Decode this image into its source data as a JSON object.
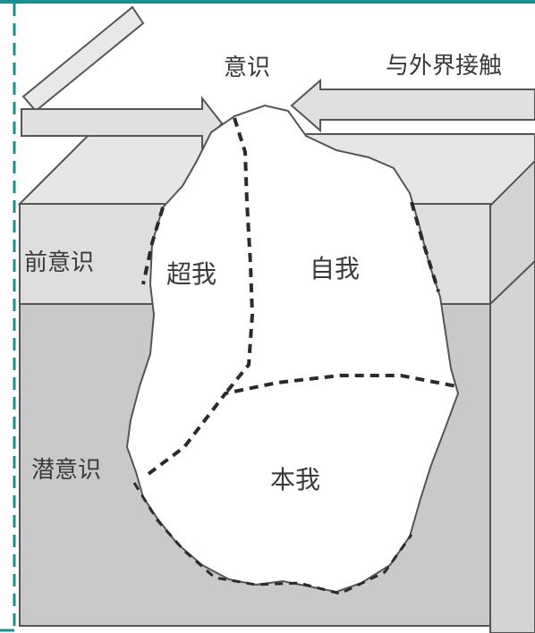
{
  "labels": {
    "consciousness": "意识",
    "external_contact": "与外界接触",
    "preconscious": "前意识",
    "superego": "超我",
    "ego": "自我",
    "unconscious": "潜意识",
    "id": "本我"
  },
  "colors": {
    "frame_border": "#1a8f8f",
    "block_top": "#e6e6e6",
    "preconscious_band": "#dedede",
    "unconscious_band": "#c9c9c9",
    "side_face": "#d4d4d4",
    "iceberg": "#ffffff",
    "outline": "#555555",
    "dashed_line": "#2b2b2b"
  }
}
